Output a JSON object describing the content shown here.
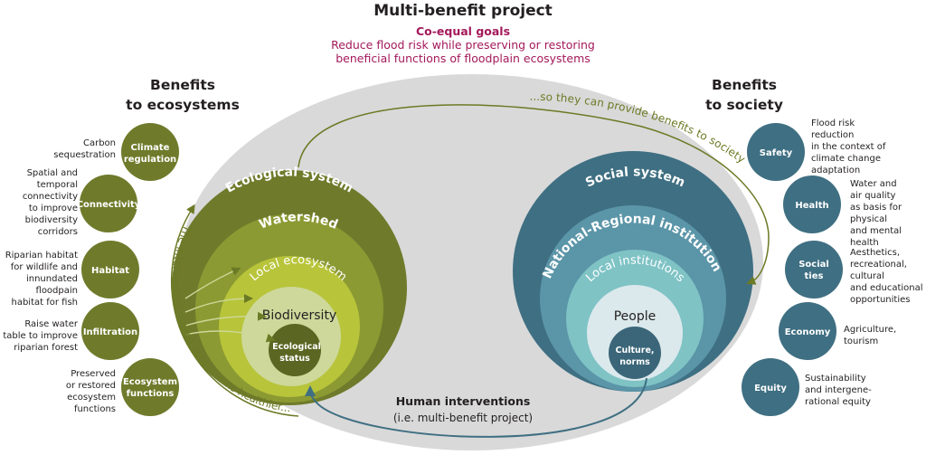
{
  "title": "Multi-benefit project",
  "goals": {
    "heading": "Co-equal goals",
    "line1": "Reduce flood risk while preserving or restoring",
    "line2": "beneficial functions of floodplain ecosystems"
  },
  "ecosystems_heading": {
    "line1": "Benefits",
    "line2": "to ecosystems"
  },
  "society_heading": {
    "line1": "Benefits",
    "line2": "to society"
  },
  "ecosystem_benefits": [
    {
      "label": [
        "Climate",
        "regulation"
      ],
      "desc": [
        "Carbon",
        "sequestration"
      ]
    },
    {
      "label": [
        "Connectivity"
      ],
      "desc": [
        "Spatial and",
        "temporal",
        "connectivity",
        "to improve",
        "biodiversity",
        "corridors"
      ]
    },
    {
      "label": [
        "Habitat"
      ],
      "desc": [
        "Riparian habitat",
        "for wildlife and",
        "innundated",
        "floodpain",
        "habitat for fish"
      ]
    },
    {
      "label": [
        "Infiltration"
      ],
      "desc": [
        "Raise water",
        "table to improve",
        "riparian forest"
      ]
    },
    {
      "label": [
        "Ecosystem",
        "functions"
      ],
      "desc": [
        "Preserved",
        "or restored",
        "ecosystem",
        "functions"
      ]
    }
  ],
  "society_benefits": [
    {
      "label": [
        "Safety"
      ],
      "desc": [
        "Flood risk",
        "reduction",
        "in the context of",
        "climate change",
        "adaptation"
      ]
    },
    {
      "label": [
        "Health"
      ],
      "desc": [
        "Water and",
        "air quality",
        "as basis for",
        "physical",
        "and mental",
        "health"
      ]
    },
    {
      "label": [
        "Social",
        "ties"
      ],
      "desc": [
        "Aesthetics,",
        "recreational,",
        "cultural",
        "and educational",
        "opportunities"
      ]
    },
    {
      "label": [
        "Economy"
      ],
      "desc": [
        "Agriculture,",
        "tourism"
      ]
    },
    {
      "label": [
        "Equity"
      ],
      "desc": [
        "Sustainability",
        "and intergene-",
        "rational equity"
      ]
    }
  ],
  "ecological_system": {
    "outer": "Ecological system",
    "ring2": "Watershed",
    "ring3": "Local ecosystem",
    "ring4": "Biodiversity",
    "core": [
      "Ecological",
      "status"
    ]
  },
  "social_system": {
    "outer": "Social system",
    "ring2": "National-Regional institutions",
    "ring3": "Local institutions",
    "ring4": "People",
    "core": [
      "Culture,",
      "norms"
    ]
  },
  "arc_left_text": "The intervention makes ecosystems healthier...",
  "arc_top_text": "...so they can provide benefits to society",
  "human_interventions": {
    "heading": "Human interventions",
    "sub": "(i.e. multi-benefit project)"
  },
  "colors": {
    "eco_outer": "#6f7b2b",
    "eco_ring2": "#8c9a33",
    "eco_ring3": "#b8c43a",
    "eco_ring4": "#cdd89a",
    "eco_core": "#5a6622",
    "soc_outer": "#3f6f82",
    "soc_ring2": "#5b95a8",
    "soc_ring3": "#7fc3c5",
    "soc_ring4": "#dbe9ec",
    "soc_core": "#3b6679",
    "background_ellipse": "#d9d9d9",
    "goals_text": "#a3195b",
    "arrow_green": "#6b7a25",
    "arrow_blue": "#3f6f82"
  }
}
